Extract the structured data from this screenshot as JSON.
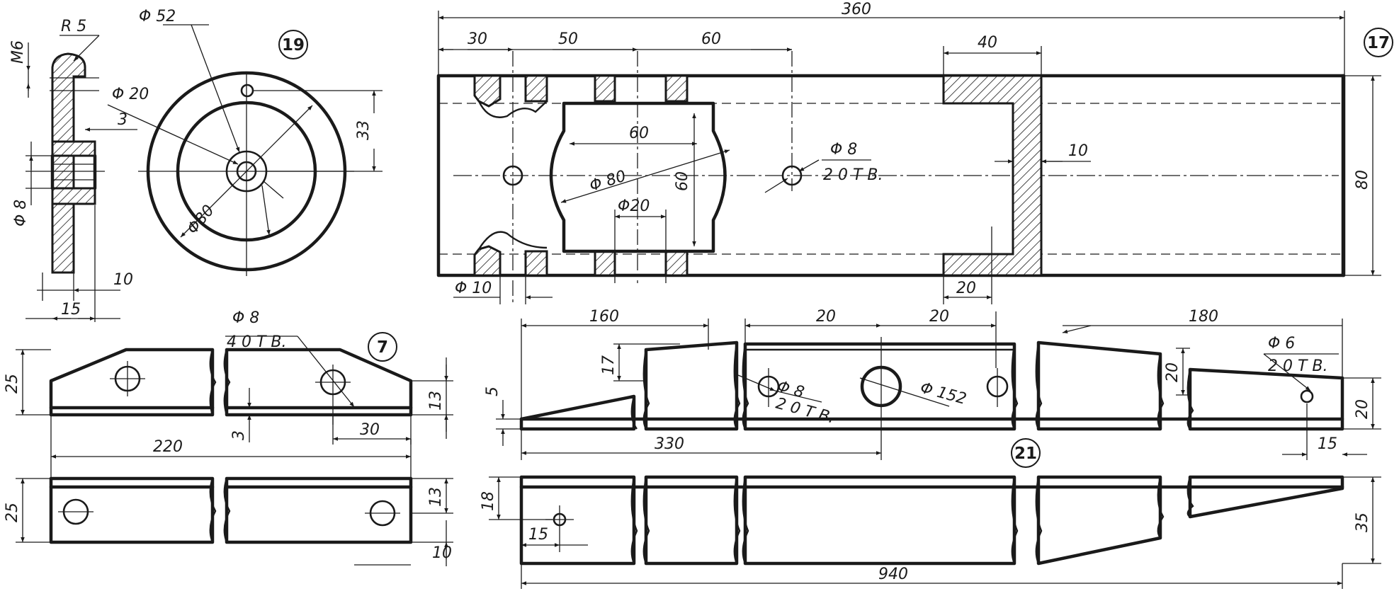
{
  "callouts": {
    "part_19": "19",
    "part_17": "17",
    "part_7": "7",
    "part_21": "21"
  },
  "dims": {
    "p19": {
      "r5": "R 5",
      "m6": "M6",
      "d52": "Φ 52",
      "d20": "Φ 20",
      "d3": "3",
      "d33": "33",
      "d80": "Φ80",
      "d8": "Φ 8",
      "d10": "10",
      "d15": "15"
    },
    "p17": {
      "d360": "360",
      "d30": "30",
      "d50": "50",
      "d60": "60",
      "d40": "40",
      "d60b": "60",
      "d60v": "60",
      "d80": "Φ 80",
      "d20h": "Φ20",
      "d8": "Φ 8",
      "holes": "2 0 Т В.",
      "d10": "10",
      "d80v": "80",
      "d10h": "Φ 10",
      "d20": "20"
    },
    "p7": {
      "d8": "Φ 8",
      "holes": "4 0 Т В.",
      "d25a": "25",
      "d13a": "13",
      "d3": "3",
      "d30": "30",
      "d220": "220",
      "d25b": "25",
      "d13b": "13",
      "d10": "10"
    },
    "p21": {
      "d160": "160",
      "d20a": "20",
      "d20b": "20",
      "d180": "180",
      "d17": "17",
      "d5": "5",
      "d8": "Φ 8",
      "holes8": "2 0 Т В.",
      "d152": "Φ 152",
      "d6": "Φ 6",
      "holes6": "2 0 Т В.",
      "d20v": "20",
      "d20r": "20",
      "d15r": "15",
      "d330": "330",
      "d18": "18",
      "d15": "15",
      "d35": "35",
      "d940": "940"
    }
  }
}
